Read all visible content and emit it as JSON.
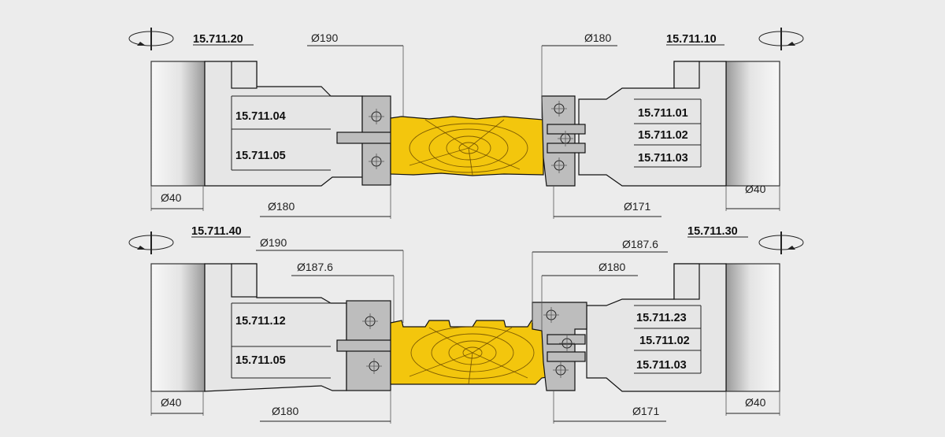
{
  "top_left": {
    "code": "15.711.20",
    "dims": {
      "outer": "Ø190",
      "inner": "Ø180",
      "bore": "Ø40"
    },
    "labels": [
      "15.711.04",
      "15.711.05"
    ]
  },
  "top_right": {
    "code": "15.711.10",
    "dims": {
      "outer": "Ø180",
      "inner": "Ø171",
      "bore": "Ø40"
    },
    "labels": [
      "15.711.01",
      "15.711.02",
      "15.711.03"
    ]
  },
  "bottom_left": {
    "code": "15.711.40",
    "dims": {
      "outer": "Ø190",
      "mid": "Ø187.6",
      "inner": "Ø180",
      "bore": "Ø40"
    },
    "labels": [
      "15.711.12",
      "15.711.05"
    ]
  },
  "bottom_right": {
    "code": "15.711.30",
    "dims": {
      "outer": "Ø187.6",
      "mid": "Ø180",
      "inner": "Ø171",
      "bore": "Ø40"
    },
    "labels": [
      "15.711.23",
      "15.711.02",
      "15.711.03"
    ]
  },
  "colors": {
    "background": "#ececec",
    "wood": "#f3c60d",
    "tool_body": "#e6e6e6",
    "knife": "#bdbdbd"
  }
}
